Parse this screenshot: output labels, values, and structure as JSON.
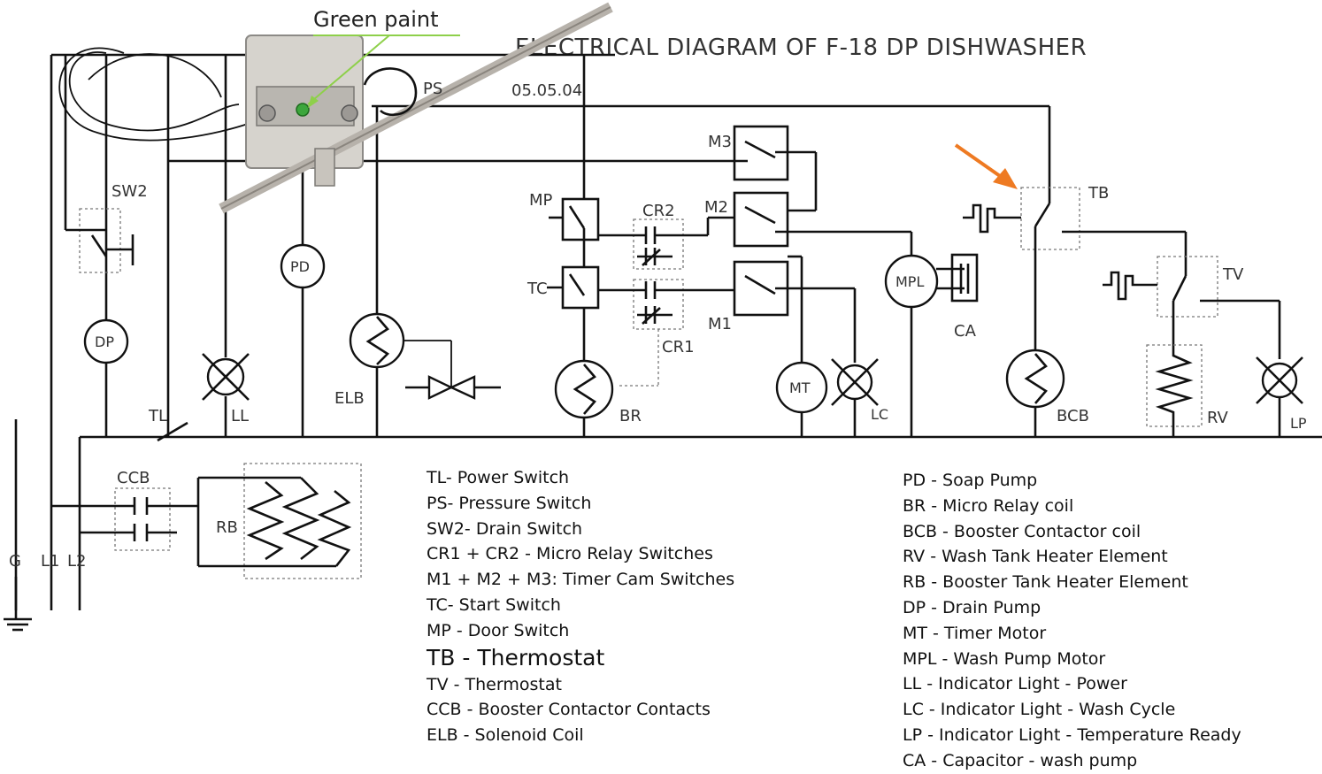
{
  "title": "ELECTRICAL DIAGRAM OF F-18 DP DISHWASHER",
  "date": "05.05.04",
  "annotation": "Green paint",
  "component_labels": {
    "sw2": "SW2",
    "dp": "DP",
    "pd": "PD",
    "elb": "ELB",
    "tl": "TL",
    "ll": "LL",
    "mp": "MP",
    "tc": "TC",
    "cr2": "CR2",
    "cr1": "CR1",
    "br": "BR",
    "m1": "M1",
    "m2": "M2",
    "m3": "M3",
    "mt": "MT",
    "lc": "LC",
    "mpl": "MPL",
    "ca": "CA",
    "tb": "TB",
    "bcb": "BCB",
    "tv": "TV",
    "rv": "RV",
    "lp": "LP",
    "ccb": "CCB",
    "rb": "RB",
    "ps": "PS",
    "g": "G",
    "l1": "L1",
    "l2": "L2"
  },
  "legend_left": [
    "TL- Power Switch",
    "PS- Pressure Switch",
    "SW2- Drain Switch",
    "CR1 + CR2 - Micro Relay Switches",
    "M1 + M2 + M3: Timer Cam Switches",
    "TC- Start Switch",
    "MP - Door Switch",
    "TB - Thermostat",
    "TV - Thermostat",
    "CCB - Booster Contactor Contacts",
    "ELB - Solenoid Coil"
  ],
  "legend_right": [
    "PD - Soap Pump",
    "BR - Micro Relay coil",
    "BCB - Booster Contactor coil",
    "RV - Wash Tank Heater Element",
    "RB - Booster Tank Heater Element",
    "DP - Drain Pump",
    "MT - Timer Motor",
    "MPL - Wash Pump Motor",
    "LL - Indicator Light - Power",
    "LC - Indicator Light - Wash Cycle",
    "LP - Indicator Light - Temperature Ready",
    "CA - Capacitor - wash pump"
  ],
  "colors": {
    "arrow": "#ee7a22",
    "annotation_line": "#8ed04a",
    "paint_dot": "#3ca63c"
  }
}
